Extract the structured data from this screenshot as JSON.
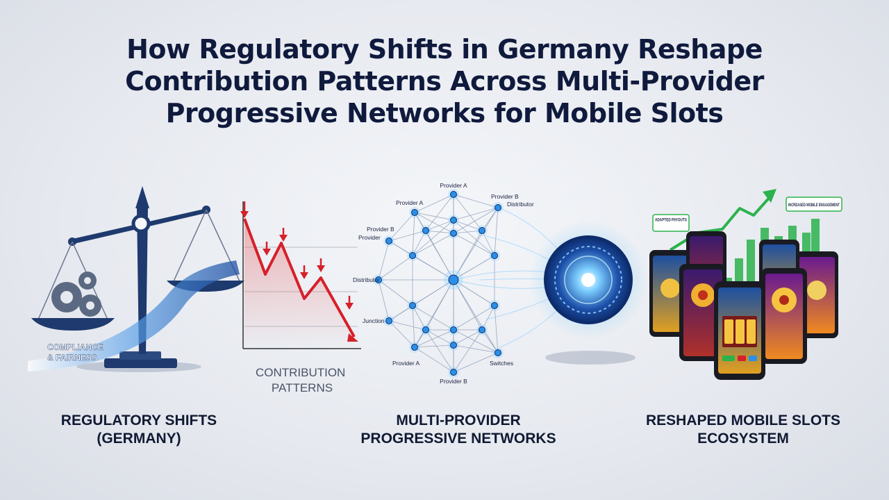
{
  "title_lines": [
    "How Regulatory Shifts in Germany Reshape",
    "Contribution Patterns Across Multi-Provider",
    "Progressive Networks for Mobile Slots"
  ],
  "compliance_label_lines": [
    "COMPLIANCE",
    "& FAIRNESS"
  ],
  "contribution_label_lines": [
    "CONTRIBUTION",
    "PATTERNS"
  ],
  "network_labels": {
    "top": "Provider A",
    "top_right": "Provider B",
    "top_right_sub": "Distributor",
    "upper_left": "Provider A",
    "left_1": "Provider B",
    "left_2": "Provider",
    "left_mid": "Distributor",
    "lower_left": "Junction",
    "bottom_left": "Provider A",
    "bottom_right": "Switches",
    "bottom": "Provider B"
  },
  "mobile_badges": {
    "payouts": "ADAPTED PAYOUTS",
    "engagement": "INCREASED MOBILE ENGAGEMENT"
  },
  "captions": {
    "regulatory": [
      "REGULATORY SHIFTS",
      "(GERMANY)"
    ],
    "network": [
      "MULTI-PROVIDER",
      "PROGRESSIVE NETWORKS"
    ],
    "ecosystem": [
      "RESHAPED MOBILE SLOTS",
      "ECOSYSTEM"
    ]
  },
  "colors": {
    "navy": "#0f1a3d",
    "scale_blue": "#1e3a6e",
    "declining_red": "#d6202a",
    "node_blue": "#2b8fe8",
    "growth_green": "#2bb24c"
  }
}
